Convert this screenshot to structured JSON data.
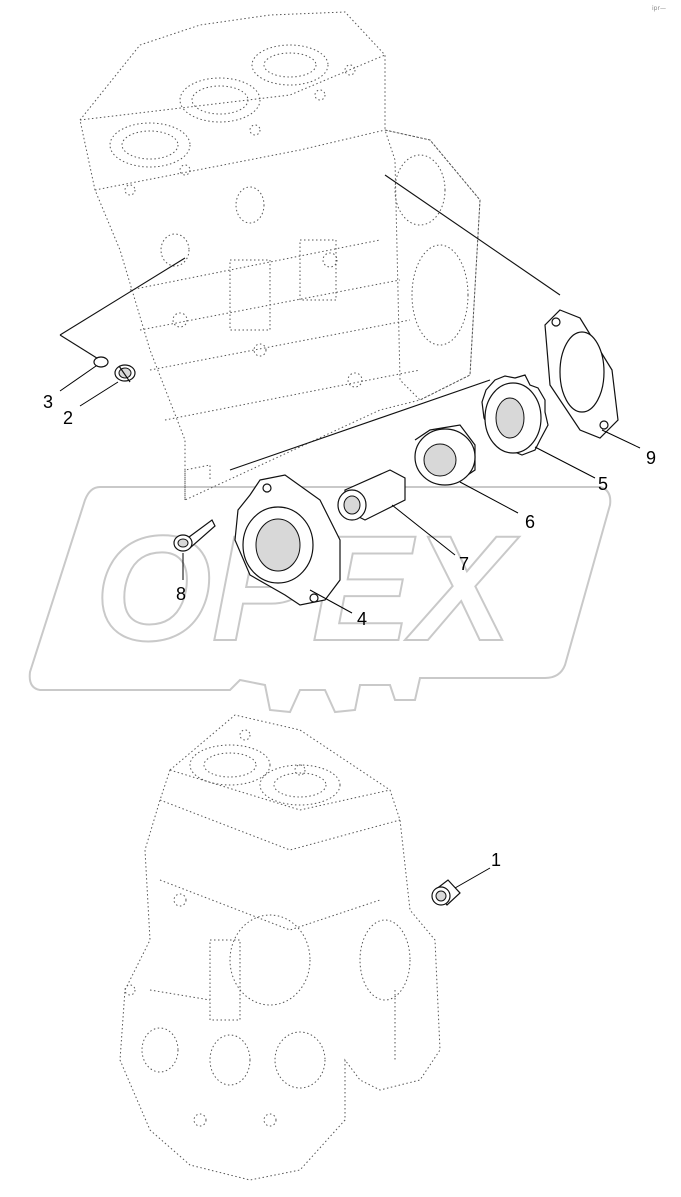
{
  "watermark": {
    "brand_text": "OPEX"
  },
  "corner_mark": "ipr—",
  "callouts": [
    {
      "id": "1",
      "label": "1"
    },
    {
      "id": "2",
      "label": "2"
    },
    {
      "id": "3",
      "label": "3"
    },
    {
      "id": "4",
      "label": "4"
    },
    {
      "id": "5",
      "label": "5"
    },
    {
      "id": "6",
      "label": "6"
    },
    {
      "id": "7",
      "label": "7"
    },
    {
      "id": "8",
      "label": "8"
    },
    {
      "id": "9",
      "label": "9"
    }
  ]
}
